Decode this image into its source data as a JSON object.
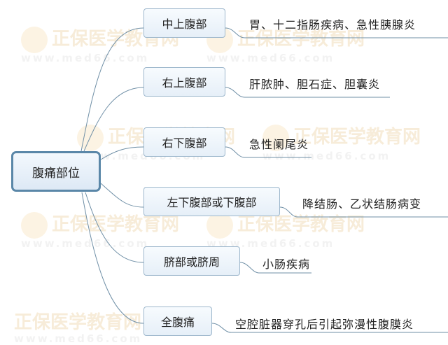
{
  "watermark": {
    "brand": "正保医学教育网",
    "url": "www.med66.com"
  },
  "root": {
    "label": "腹痛部位"
  },
  "branches": [
    {
      "label": "中上腹部",
      "detail": "胃、十二指肠疾病、急性胰腺炎"
    },
    {
      "label": "右上腹部",
      "detail": "肝脓肿、胆石症、胆囊炎"
    },
    {
      "label": "右下腹部",
      "detail": "急性阑尾炎"
    },
    {
      "label": "左下腹部或下腹部",
      "detail": "降结肠、乙状结肠病变"
    },
    {
      "label": "脐部或脐周",
      "detail": "小肠疾病"
    },
    {
      "label": "全腹痛",
      "detail": "空腔脏器穿孔后引起弥漫性腹膜炎"
    }
  ],
  "colors": {
    "connector": "#6f8fa6",
    "root_border": "#5a87a8",
    "node_border": "#9db7cc"
  }
}
